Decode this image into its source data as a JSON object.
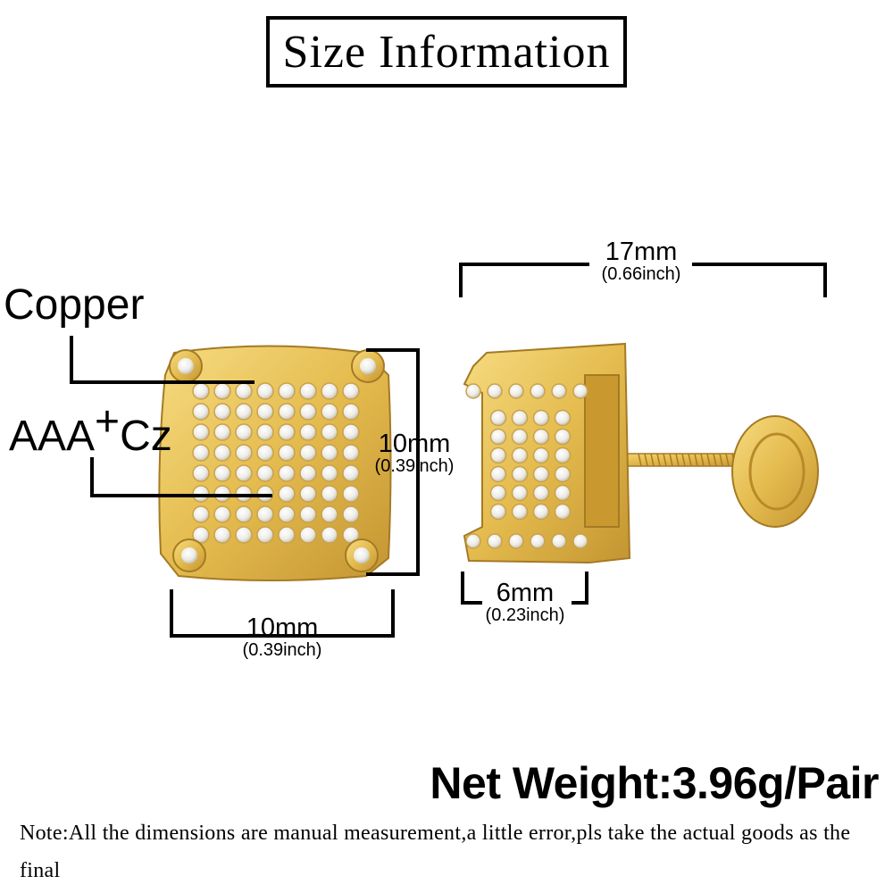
{
  "title": "Size Information",
  "materials": {
    "metal": "Copper",
    "stone_prefix": "AAA",
    "stone_sup": "+",
    "stone_suffix": "Cz"
  },
  "dimensions": {
    "front_height": {
      "main": "10mm",
      "sub": "(0.39inch)"
    },
    "front_width": {
      "main": "10mm",
      "sub": "(0.39inch)"
    },
    "side_length": {
      "main": "17mm",
      "sub": "(0.66inch)"
    },
    "side_depth": {
      "main": "6mm",
      "sub": "(0.23inch)"
    }
  },
  "net_weight": "Net Weight:3.96g/Pair",
  "note": "Note:All the dimensions are manual measurement,a little error,pls take the actual goods as the final",
  "colors": {
    "gold": "#e9c45a",
    "gold_dark": "#b88a2a",
    "stone": "#f4f4f2"
  }
}
